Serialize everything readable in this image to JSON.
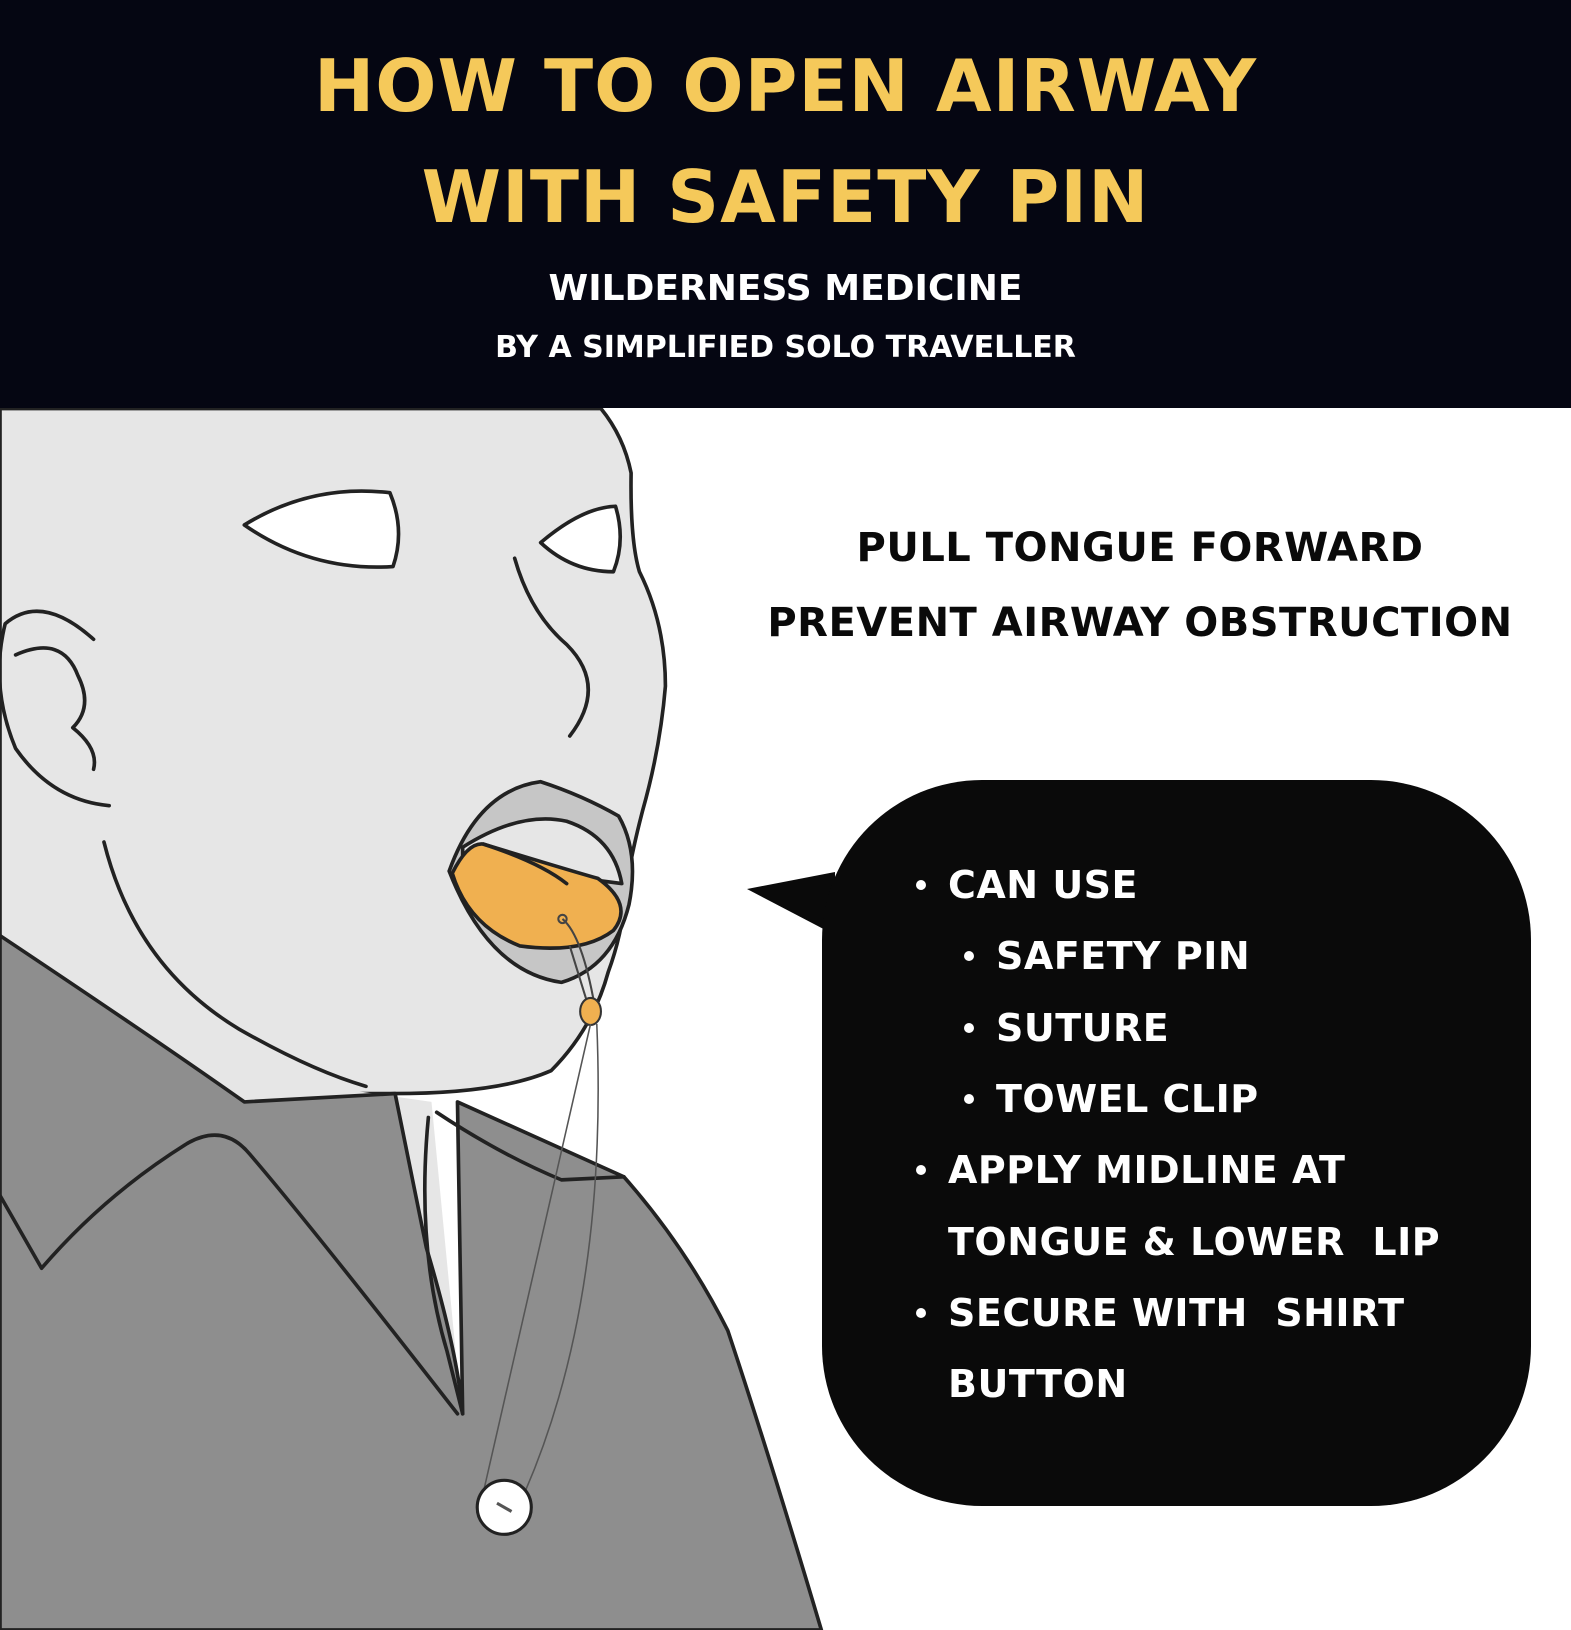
{
  "header": {
    "title_line1": "HOW TO OPEN AIRWAY",
    "title_line2": "WITH SAFETY PIN",
    "subtitle": "WILDERNESS MEDICINE",
    "byline": "BY A SIMPLIFIED SOLO TRAVELLER"
  },
  "caption": {
    "line1": "PULL TONGUE FORWARD",
    "line2": "PREVENT AIRWAY OBSTRUCTION"
  },
  "bubble": {
    "items": [
      {
        "text": "CAN USE",
        "level": 1
      },
      {
        "text": "SAFETY PIN",
        "level": 2
      },
      {
        "text": "SUTURE",
        "level": 2
      },
      {
        "text": "TOWEL CLIP",
        "level": 2
      },
      {
        "text": "APPLY MIDLINE AT",
        "level": 1
      },
      {
        "text": "TONGUE & LOWER  LIP",
        "level": 0
      },
      {
        "text": "SECURE WITH  SHIRT",
        "level": 1
      },
      {
        "text": "BUTTON",
        "level": 0
      }
    ]
  },
  "colors": {
    "header_bg": "#050612",
    "title": "#f5c95a",
    "skin": "#e6e6e6",
    "shirt": "#8e8e8e",
    "tongue": "#f0b050",
    "lips": "#c6c6c6",
    "bubble": "#0a0a0a"
  }
}
